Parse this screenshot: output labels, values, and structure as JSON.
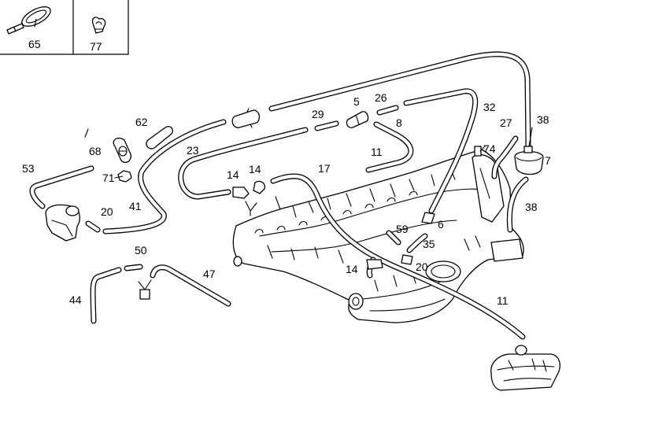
{
  "callouts": {
    "c65": "65",
    "c77": "77",
    "c62": "62",
    "c68": "68",
    "c71": "71",
    "c53": "53",
    "c20a": "20",
    "c41": "41",
    "c23": "23",
    "c29": "29",
    "c5": "5",
    "c26": "26",
    "c8": "8",
    "c11a": "11",
    "c14a": "14",
    "c14b": "14",
    "c17": "17",
    "c32": "32",
    "c27": "27",
    "c38a": "38",
    "c74": "74",
    "c7": "7",
    "c38b": "38",
    "c6": "6",
    "c59": "59",
    "c35": "35",
    "c20b": "20",
    "c14c": "14",
    "c11b": "11",
    "c50": "50",
    "c47": "47",
    "c44": "44"
  }
}
